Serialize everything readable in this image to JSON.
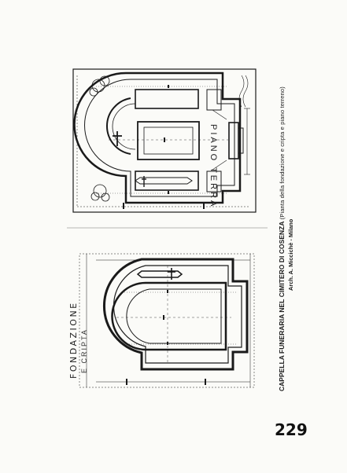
{
  "caption": {
    "main": "CAPPELLA FUNERARIA NEL CIMITERO DI COSENZA",
    "subtitle": "(Pianta della fondazione e cripta e piano terreno)",
    "architect": "Arch. A. Miccichè - Milano"
  },
  "plans": {
    "top_label": "PIANO TERRA",
    "bottom_label_1": "FONDAZIONE",
    "bottom_label_2": "E CRIPTA"
  },
  "page_number": "229"
}
